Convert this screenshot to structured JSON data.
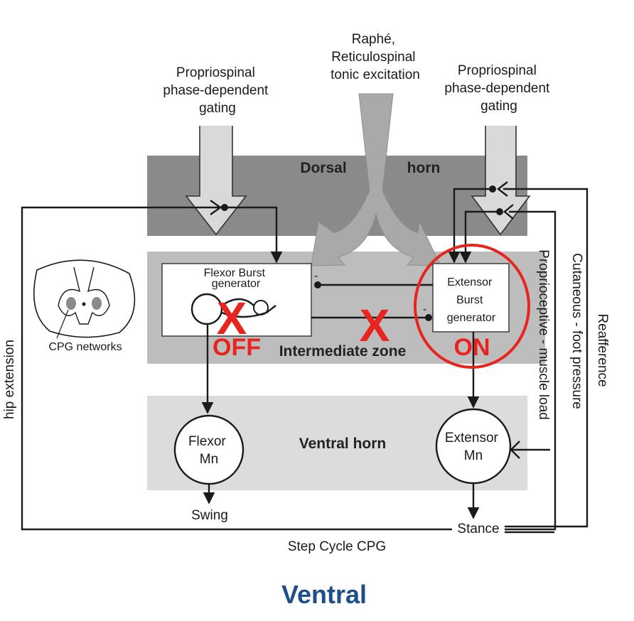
{
  "inputs": {
    "left_gating": [
      "Propriospinal",
      "phase-dependent",
      "gating"
    ],
    "tonic": [
      "Raphé,",
      "Reticulospinal",
      "tonic excitation"
    ],
    "right_gating": [
      "Propriospinal",
      "phase-dependent",
      "gating"
    ]
  },
  "zones": {
    "dorsal_left": "Dorsal",
    "dorsal_right": "horn",
    "intermediate": "Intermediate zone",
    "ventral": "Ventral horn"
  },
  "flexor_generator": [
    "Flexor Burst",
    "generator"
  ],
  "extensor_generator": [
    "Extensor",
    "Burst",
    "generator"
  ],
  "flexor_mn": [
    "Flexor",
    "Mn"
  ],
  "extensor_mn": [
    "Extensor",
    "Mn"
  ],
  "cord_inset_label": "CPG networks",
  "outputs": {
    "swing": "Swing",
    "stance": "Stance"
  },
  "cycle_label": "Step Cycle CPG",
  "side_labels": {
    "hip": "hip extension",
    "proprioceptive": "Proprioceptive - muscle load",
    "cutaneous": "Cutaneous - foot pressure",
    "reafference": "Reafference"
  },
  "annotations": {
    "cross_mark": "X",
    "off_label": "OFF",
    "on_label": "ON",
    "inhibit_sign": "-"
  },
  "footer_label": "Ventral",
  "colors": {
    "dorsal_band": "#8a8a8a",
    "intermediate_band": "#bdbdbd",
    "ventral_band": "#dcdcdc",
    "tonic_arrow": "#a9a9a9",
    "highlight": "#e8241f",
    "footer_text": "#1f4e8c"
  }
}
